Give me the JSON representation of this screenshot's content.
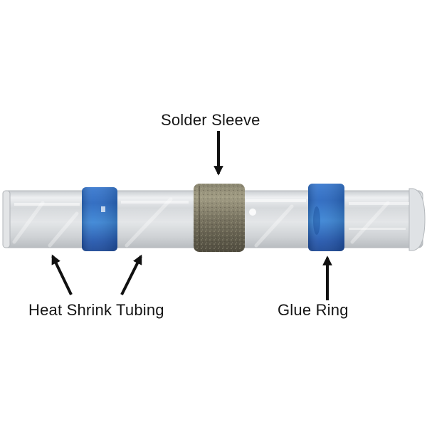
{
  "image": {
    "subject": "solder seal wire connector",
    "background_color": "#ffffff",
    "colors": {
      "tube_clear": "#d9dcdf",
      "glue_ring_blue": "#2f6fc4",
      "solder_sleeve": "#6f6a57",
      "label_text": "#151515"
    }
  },
  "labels": {
    "solder_sleeve": "Solder Sleeve",
    "heat_shrink_tubing": "Heat Shrink Tubing",
    "glue_ring": "Glue Ring"
  },
  "arrows": [
    {
      "name": "solder-sleeve-arrow",
      "points_to": "solder sleeve",
      "direction": "down"
    },
    {
      "name": "heat-shrink-arrow-left",
      "points_to": "heat shrink tubing",
      "direction": "up-left"
    },
    {
      "name": "heat-shrink-arrow-right",
      "points_to": "heat shrink tubing",
      "direction": "up-right"
    },
    {
      "name": "glue-ring-arrow",
      "points_to": "glue ring (right)",
      "direction": "up"
    }
  ]
}
